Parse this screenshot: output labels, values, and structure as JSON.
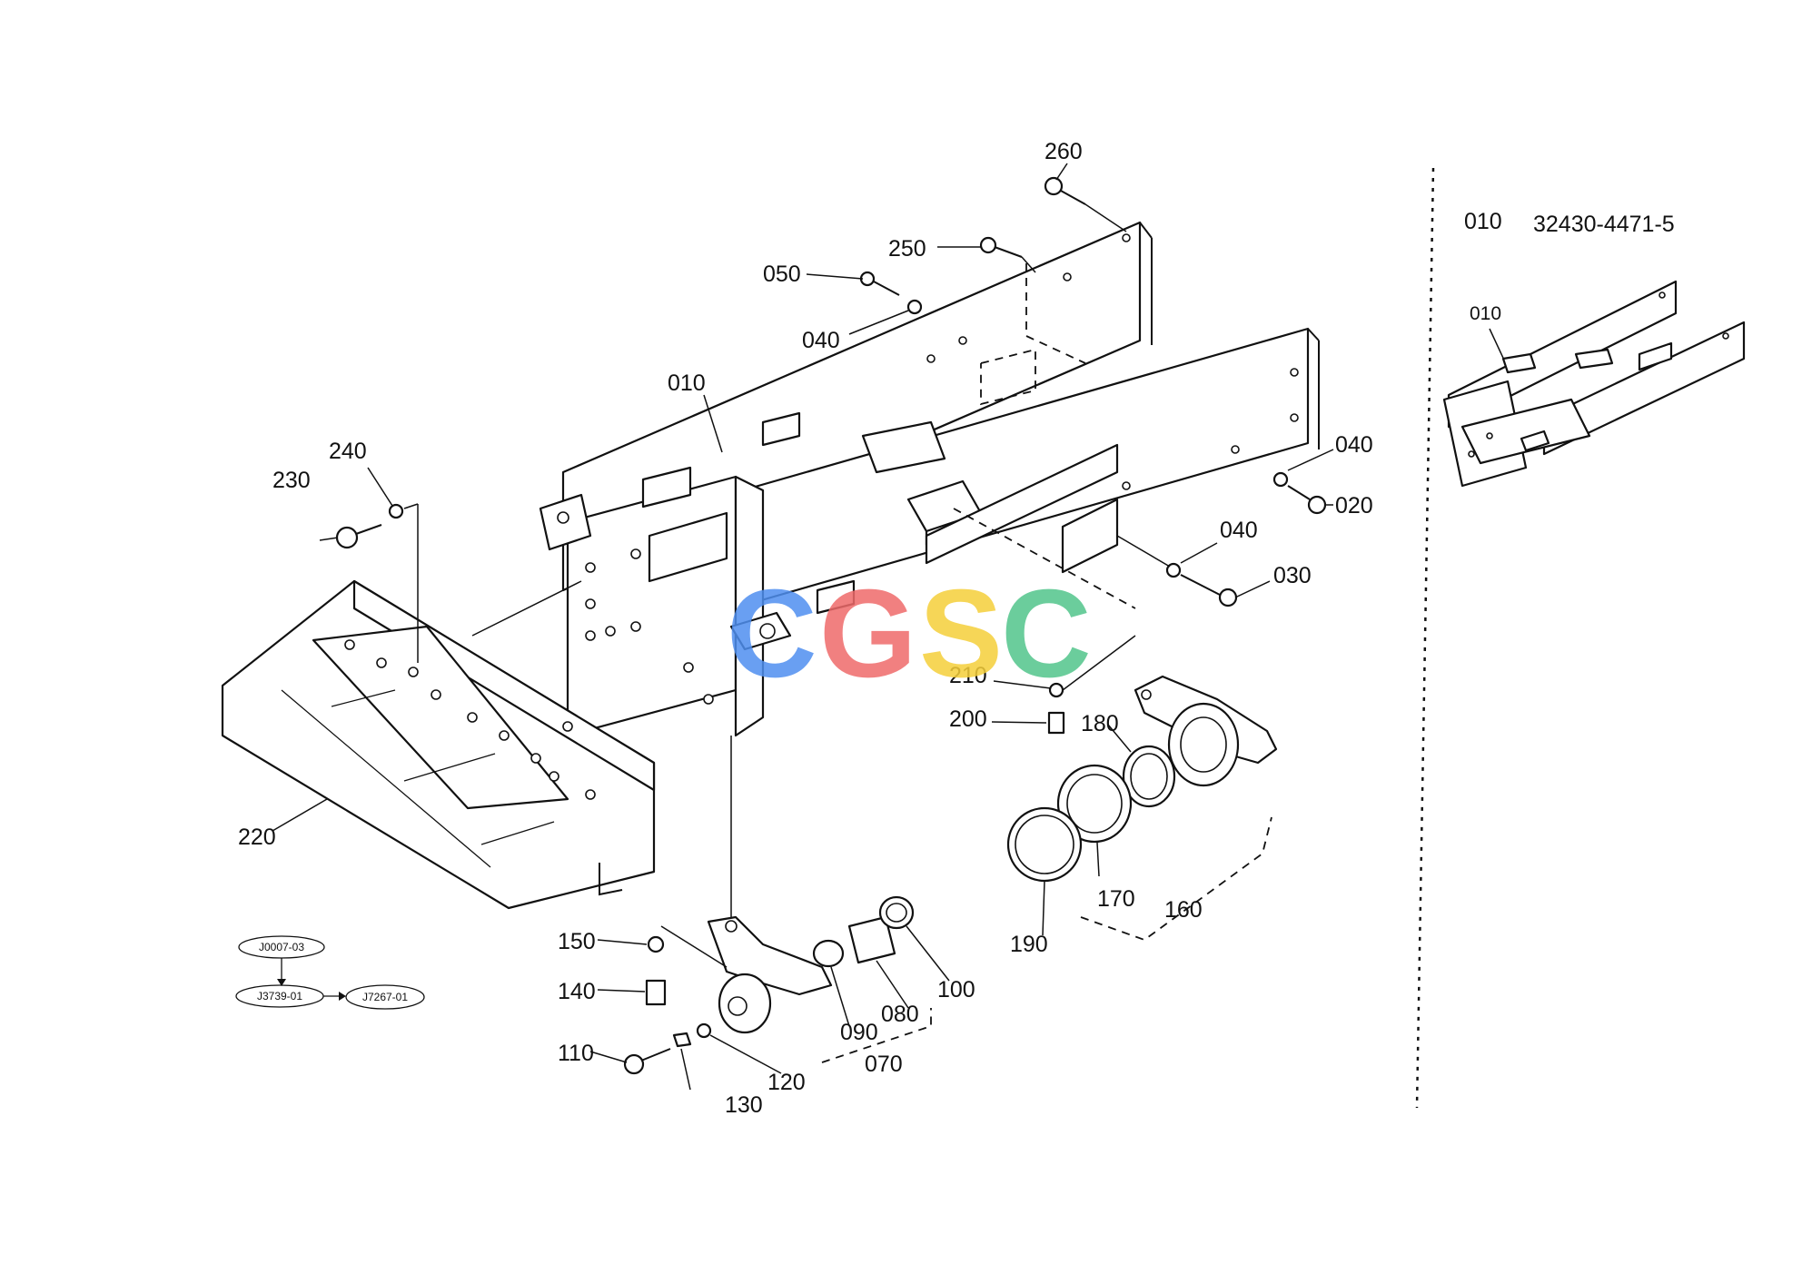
{
  "callouts": {
    "p260": "260",
    "p250": "250",
    "p050": "050",
    "p040a": "040",
    "p010": "010",
    "p040b": "040",
    "p020": "020",
    "p040c": "040",
    "p030": "030",
    "p240": "240",
    "p230": "230",
    "p220": "220",
    "p210": "210",
    "p200": "200",
    "p180": "180",
    "p170": "170",
    "p160": "160",
    "p190": "190",
    "p150": "150",
    "p140": "140",
    "p110": "110",
    "p130": "130",
    "p120": "120",
    "p070": "070",
    "p090": "090",
    "p080": "080",
    "p100": "100"
  },
  "inset": {
    "part_no": "010",
    "part_code": "32430-4471-5",
    "callout": "010"
  },
  "references": {
    "top": "J0007-03",
    "bottom_left": "J3739-01",
    "bottom_right": "J7267-01"
  },
  "watermark": {
    "letters": [
      "C",
      "G",
      "S",
      "C"
    ],
    "colors": [
      "#4f8ff0",
      "#ef6b6b",
      "#f5cf3a",
      "#52c58b"
    ]
  }
}
